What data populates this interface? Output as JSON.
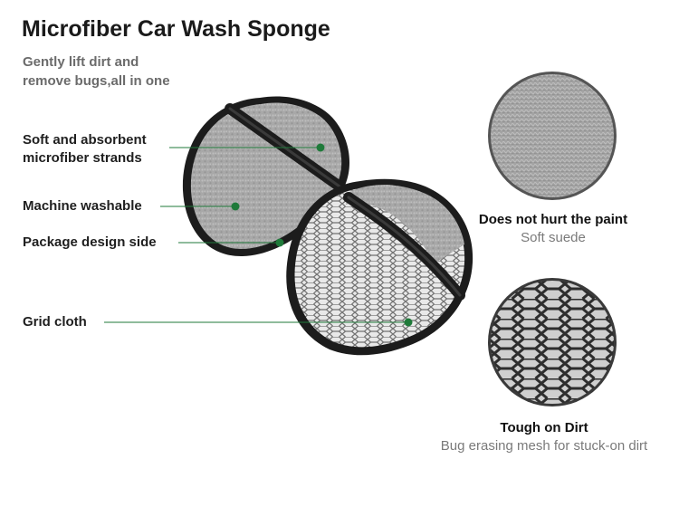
{
  "title": "Microfiber Car Wash Sponge",
  "subtitle": [
    "Gently lift dirt and",
    "remove bugs,all in one"
  ],
  "callouts": {
    "microfiber": [
      "Soft and absorbent",
      "microfiber strands"
    ],
    "washable": "Machine washable",
    "package": "Package design side",
    "grid": "Grid cloth"
  },
  "features": [
    {
      "heading": "Does not hurt the paint",
      "sub": "Soft suede"
    },
    {
      "heading": "Tough on Dirt",
      "sub": "Bug erasing mesh for stuck-on dirt"
    }
  ],
  "colors": {
    "accent_dot": "#1f7a3a",
    "leader_line": "#1f7a3a",
    "trim": "#1c1c1c",
    "microfiber": "#a9a9a9",
    "mesh": "#e6e6e6"
  },
  "icons": [
    "sponge-microfiber-side",
    "sponge-mesh-side",
    "microfiber-swatch",
    "mesh-swatch"
  ]
}
